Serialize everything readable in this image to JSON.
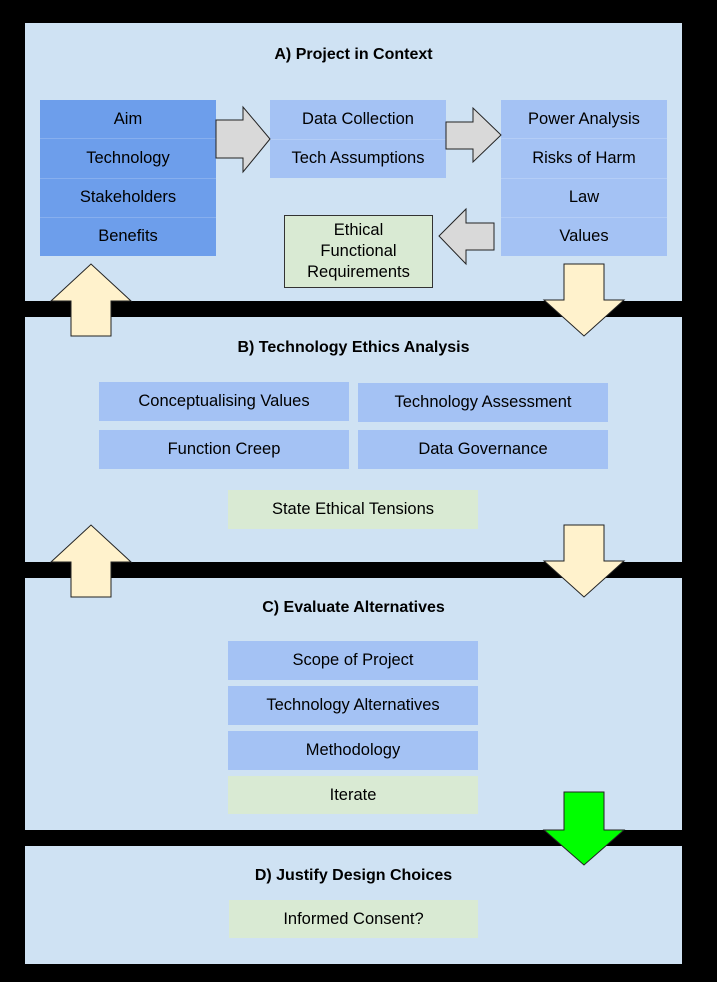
{
  "colors": {
    "frame": "#000000",
    "panel": "#cfe2f3",
    "dark_blue": "#6d9eeb",
    "light_blue": "#a4c2f4",
    "green_box": "#d9ead3",
    "flow_arrow": "#fff2cc",
    "gray_arrow": "#d9d9d9",
    "final_arrow": "#00ff00"
  },
  "panel_a": {
    "title": "A) Project in Context",
    "left_stack": [
      "Aim",
      "Technology",
      "Stakeholders",
      "Benefits"
    ],
    "middle_stack": [
      "Data Collection",
      "Tech Assumptions"
    ],
    "right_stack": [
      "Power Analysis",
      "Risks of Harm",
      "Law",
      "Values"
    ],
    "output_box": "Ethical Functional Requirements"
  },
  "panel_b": {
    "title": "B) Technology Ethics Analysis",
    "items": [
      "Conceptualising Values",
      "Technology Assessment",
      "Function Creep",
      "Data Governance"
    ],
    "output_box": "State Ethical Tensions"
  },
  "panel_c": {
    "title": "C) Evaluate Alternatives",
    "items": [
      "Scope of Project",
      "Technology Alternatives",
      "Methodology"
    ],
    "output_box": "Iterate"
  },
  "panel_d": {
    "title": "D) Justify Design Choices",
    "output_box": "Informed Consent?"
  }
}
